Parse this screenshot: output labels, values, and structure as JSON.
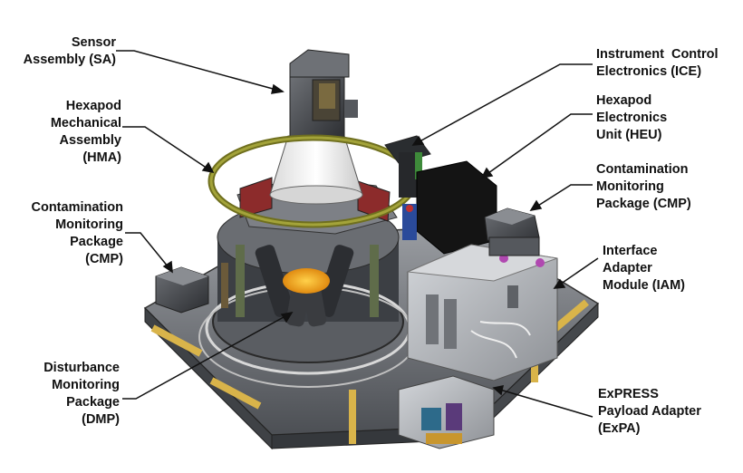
{
  "labels": {
    "sa": [
      "Sensor",
      "Assembly (SA)"
    ],
    "hma": [
      "Hexapod",
      "Mechanical",
      "Assembly",
      "(HMA)"
    ],
    "cmp_left": [
      "Contamination",
      "Monitoring",
      "Package",
      "(CMP)"
    ],
    "dmp": [
      "Disturbance",
      "Monitoring",
      "Package",
      "(DMP)"
    ],
    "ice": [
      "Instrument  Control",
      "Electronics (ICE)"
    ],
    "heu": [
      "Hexapod",
      "Electronics",
      "Unit (HEU)"
    ],
    "cmp_right": [
      "Contamination",
      "Monitoring",
      "Package (CMP)"
    ],
    "iam": [
      "Interface",
      "Adapter",
      "Module (IAM)"
    ],
    "expa": [
      "ExPRESS",
      "Payload Adapter",
      "(ExPA)"
    ]
  },
  "colors": {
    "label_text": "#111111",
    "leader_line": "#111111",
    "ring": "#8a8a2a",
    "box_grey": "#b9bcc0",
    "heu_black": "#111111",
    "cone_white": "#f2f2f2",
    "amber": "#f0b030"
  }
}
